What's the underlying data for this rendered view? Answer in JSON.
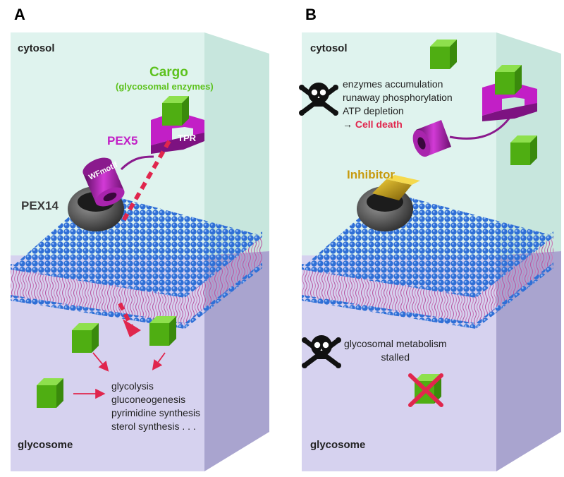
{
  "panel_a": {
    "letter": "A",
    "cytosol": "cytosol",
    "glycosome": "glycosome",
    "cargo_title": "Cargo",
    "cargo_subtitle": "(glycosomal enzymes)",
    "pex5": "PEX5",
    "tpr": "TPR",
    "wf_motif": "WFmotif",
    "pex14": "PEX14",
    "pathways": [
      "glycolysis",
      "gluconeogenesis",
      "pyrimidine synthesis",
      "sterol synthesis . . ."
    ]
  },
  "panel_b": {
    "letter": "B",
    "cytosol": "cytosol",
    "glycosome": "glycosome",
    "inhibitor": "Inhibitor",
    "effects": [
      "enzymes accumulation",
      "runaway phosphorylation",
      "ATP depletion"
    ],
    "death_arrow": "→",
    "cell_death": "Cell death",
    "stalled": [
      "glycosomal metabolism",
      "stalled"
    ]
  },
  "colors": {
    "cytosol": "#dff3ee",
    "glycosome": "#d6d2ef",
    "cargo_green": "#5dc21e",
    "pex5_magenta": "#c21fc6",
    "pex14_gray": "#4a4a4a",
    "lipid_head_blue": "#2f6fd6",
    "lipid_tail_pink": "#b85aa3",
    "import_arrow_red": "#e0264d",
    "inhibitor_gold": "#c79a0e",
    "cross_red": "#e0264d"
  },
  "icons": [
    "skull-crossbones-icon"
  ]
}
